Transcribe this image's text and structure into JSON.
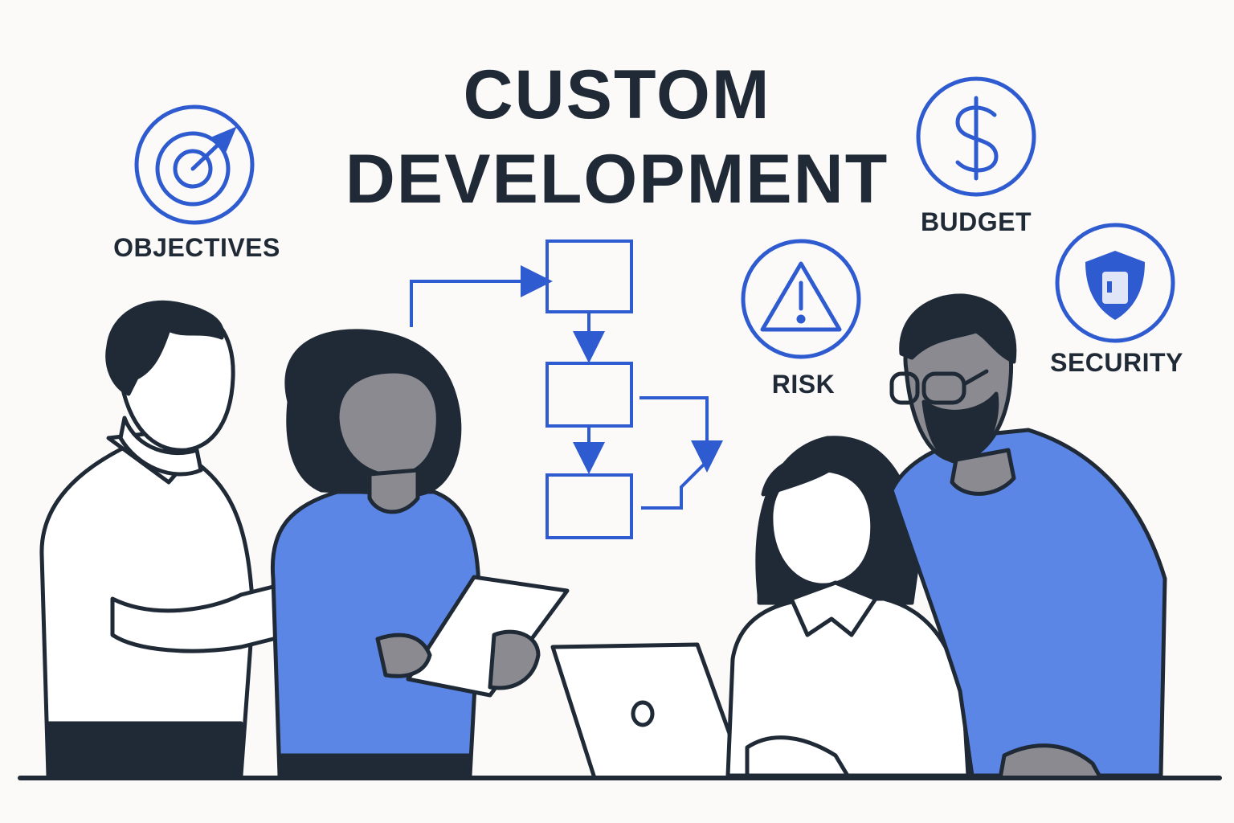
{
  "title": {
    "line1": "CUSTOM",
    "line2": "DEVELOPMENT"
  },
  "icons": {
    "objectives": {
      "label": "OBJECTIVES",
      "icon": "target-icon"
    },
    "budget": {
      "label": "BUDGET",
      "icon": "dollar-icon"
    },
    "risk": {
      "label": "RISK",
      "icon": "warning-icon"
    },
    "security": {
      "label": "SECURITY",
      "icon": "shield-lock-icon"
    }
  },
  "colors": {
    "ink": "#1f2a36",
    "accent": "#2f5bd0",
    "shirt_blue": "#5b86e6",
    "skin_gray": "#8a8a90",
    "background": "#fbfaf8"
  }
}
